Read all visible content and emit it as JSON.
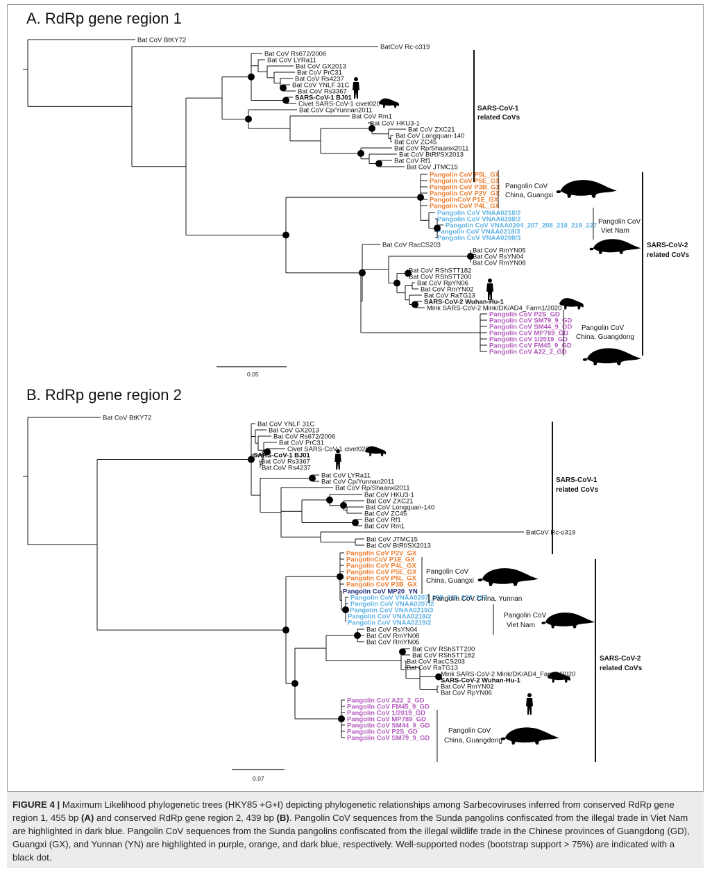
{
  "panel_a": {
    "title": "A. RdRp gene region 1",
    "scale_label": "0.05",
    "colors": {
      "orange": "#ee7d2e",
      "blue": "#5fb3e6",
      "purple": "#b45bbd",
      "navy": "#1f2a7a"
    },
    "leaves": [
      {
        "label": "Bat CoV BtKY72",
        "color": "black",
        "bold": false
      },
      {
        "label": "BatCoV Rc-o319",
        "color": "black",
        "bold": false
      },
      {
        "label": "Bat CoV Rs672/2006",
        "color": "black",
        "bold": false
      },
      {
        "label": "Bat CoV LYRa11",
        "color": "black",
        "bold": false
      },
      {
        "label": "Bat CoV GX2013",
        "color": "black",
        "bold": false
      },
      {
        "label": "Bat CoV PrC31",
        "color": "black",
        "bold": false
      },
      {
        "label": "Bat CoV Rs4237",
        "color": "black",
        "bold": false
      },
      {
        "label": "Bat CoV YNLF 31C",
        "color": "black",
        "bold": false
      },
      {
        "label": "Bat CoV Rs3367",
        "color": "black",
        "bold": false
      },
      {
        "label": "SARS-CoV-1 BJ01",
        "color": "black",
        "bold": true
      },
      {
        "label": "Civet SARS-CoV-1 civet020",
        "color": "black",
        "bold": false
      },
      {
        "label": "Bat CoV Cp/Yunnan2011",
        "color": "black",
        "bold": false
      },
      {
        "label": "Bat CoV Rm1",
        "color": "black",
        "bold": false
      },
      {
        "label": "Bat CoV HKU3-1",
        "color": "black",
        "bold": false
      },
      {
        "label": "Bat CoV ZXC21",
        "color": "black",
        "bold": false
      },
      {
        "label": "Bat CoV Longquan-140",
        "color": "black",
        "bold": false
      },
      {
        "label": "Bat CoV ZC45",
        "color": "black",
        "bold": false
      },
      {
        "label": "Bat CoV Rp/Shaanxi2011",
        "color": "black",
        "bold": false
      },
      {
        "label": "Bat CoV BtRf/SX2013",
        "color": "black",
        "bold": false
      },
      {
        "label": "Bat CoV Rf1",
        "color": "black",
        "bold": false
      },
      {
        "label": "Bat CoV JTMC15",
        "color": "black",
        "bold": false
      },
      {
        "label": "Pangolin CoV P5L_GX",
        "color": "orange",
        "bold": true
      },
      {
        "label": "Pangolin CoV P5E_GX",
        "color": "orange",
        "bold": true
      },
      {
        "label": "Pangolin CoV P3B_GX",
        "color": "orange",
        "bold": true
      },
      {
        "label": "Pangolin CoV P2V_GX",
        "color": "orange",
        "bold": true
      },
      {
        "label": "PangolinCoV P1E_GX",
        "color": "orange",
        "bold": true
      },
      {
        "label": "Pangolin CoV P4L_GX",
        "color": "orange",
        "bold": true
      },
      {
        "label": "Pangolin CoV VNAA0218/2",
        "color": "blue",
        "bold": true
      },
      {
        "label": "Pangolin CoV VNAA0208/2",
        "color": "blue",
        "bold": true
      },
      {
        "label": "Pangolin CoV VNAA0204_207_208_218_219_227",
        "color": "blue",
        "bold": true
      },
      {
        "label": "Pangolin CoV VNAA0218/3",
        "color": "blue",
        "bold": true
      },
      {
        "label": "Pangolin CoV VNAA0208/3",
        "color": "blue",
        "bold": true
      },
      {
        "label": "Bat CoV RacCS203",
        "color": "black",
        "bold": false
      },
      {
        "label": "Bat CoV RmYN05",
        "color": "black",
        "bold": false
      },
      {
        "label": "Bat CoV RsYN04",
        "color": "black",
        "bold": false
      },
      {
        "label": "Bat CoV RmYN08",
        "color": "black",
        "bold": false
      },
      {
        "label": "Bat CoV RShSTT182",
        "color": "black",
        "bold": false
      },
      {
        "label": "Bat CoV RShSTT200",
        "color": "black",
        "bold": false
      },
      {
        "label": "Bat CoV RpYN06",
        "color": "black",
        "bold": false
      },
      {
        "label": "Bat CoV RmYN02",
        "color": "black",
        "bold": false
      },
      {
        "label": "Bat CoV RaTG13",
        "color": "black",
        "bold": false
      },
      {
        "label": "SARS-CoV-2 Wuhan-Hu-1",
        "color": "black",
        "bold": true
      },
      {
        "label": "Mink SARS-CoV-2 Mink/DK/AD4_Farm1/2020",
        "color": "black",
        "bold": false
      },
      {
        "label": "Pangolin CoV P2S_GD",
        "color": "purple",
        "bold": true
      },
      {
        "label": "Pangolin CoV SM79_9_GD",
        "color": "purple",
        "bold": true
      },
      {
        "label": "Pangolin CoV SM44_9_GD",
        "color": "purple",
        "bold": true
      },
      {
        "label": "Pangolin CoV MP789_GD",
        "color": "purple",
        "bold": true
      },
      {
        "label": "Pangolin CoV 1/2019_GD",
        "color": "purple",
        "bold": true
      },
      {
        "label": "Pangolin CoV FM45_9_GD",
        "color": "purple",
        "bold": true
      },
      {
        "label": "Pangolin CoV A22_2_GD",
        "color": "purple",
        "bold": true
      }
    ],
    "group_labels": [
      {
        "label": "SARS-CoV-1",
        "bold": true
      },
      {
        "label": "related CoVs",
        "bold": true
      },
      {
        "label": "Pangolin CoV",
        "bold": false
      },
      {
        "label": "China, Guangxi",
        "bold": false
      },
      {
        "label": "Pangolin CoV",
        "bold": false
      },
      {
        "label": "Viet Nam",
        "bold": false
      },
      {
        "label": "SARS-CoV-2",
        "bold": true
      },
      {
        "label": "related CoVs",
        "bold": true
      },
      {
        "label": "Pangolin CoV",
        "bold": false
      },
      {
        "label": "China, Guangdong",
        "bold": false
      }
    ]
  },
  "panel_b": {
    "title": "B. RdRp gene region 2",
    "scale_label": "0.07",
    "leaves": [
      {
        "label": "Bat CoV BtKY72",
        "color": "black",
        "bold": false
      },
      {
        "label": "Bat CoV YNLF 31C",
        "color": "black",
        "bold": false
      },
      {
        "label": "Bat CoV GX2013",
        "color": "black",
        "bold": false
      },
      {
        "label": "Bat CoV Rs672/2006",
        "color": "black",
        "bold": false
      },
      {
        "label": "Bat CoV PrC31",
        "color": "black",
        "bold": false
      },
      {
        "label": "Civet SARS-CoV-1 civet020",
        "color": "black",
        "bold": false
      },
      {
        "label": "SARS-CoV-1 BJ01",
        "color": "black",
        "bold": true
      },
      {
        "label": "Bat CoV Rs3367",
        "color": "black",
        "bold": false
      },
      {
        "label": "Bat CoV Rs4237",
        "color": "black",
        "bold": false
      },
      {
        "label": "Bat CoV LYRa11",
        "color": "black",
        "bold": false
      },
      {
        "label": "Bat CoV Cp/Yunnan2011",
        "color": "black",
        "bold": false
      },
      {
        "label": "Bat CoV Rp/Shaanxi2011",
        "color": "black",
        "bold": false
      },
      {
        "label": "Bat CoV HKU3-1",
        "color": "black",
        "bold": false
      },
      {
        "label": "Bat CoV ZXC21",
        "color": "black",
        "bold": false
      },
      {
        "label": "Bat CoV Longquan-140",
        "color": "black",
        "bold": false
      },
      {
        "label": "Bat CoV ZC45",
        "color": "black",
        "bold": false
      },
      {
        "label": "Bat CoV Rf1",
        "color": "black",
        "bold": false
      },
      {
        "label": "Bat CoV Rm1",
        "color": "black",
        "bold": false
      },
      {
        "label": "BatCoV Rc-o319",
        "color": "black",
        "bold": false
      },
      {
        "label": "Bat CoV JTMC15",
        "color": "black",
        "bold": false
      },
      {
        "label": "Bat CoV BtRf/SX2013",
        "color": "black",
        "bold": false
      },
      {
        "label": "Pangolin CoV P2V_GX",
        "color": "orange",
        "bold": true
      },
      {
        "label": "PangolinCoV P1E_GX",
        "color": "orange",
        "bold": true
      },
      {
        "label": "Pangolin CoV P4L_GX",
        "color": "orange",
        "bold": true
      },
      {
        "label": "Pangolin CoV P5E_GX",
        "color": "orange",
        "bold": true
      },
      {
        "label": "Pangolin CoV P5L_GX",
        "color": "orange",
        "bold": true
      },
      {
        "label": "Pangolin CoV P3B_GX",
        "color": "orange",
        "bold": true
      },
      {
        "label": "Pangolin CoV MP20_YN",
        "color": "navy",
        "bold": true
      },
      {
        "label": "Pangolin CoV VNAA0207_208_218_226_227",
        "color": "blue",
        "bold": true
      },
      {
        "label": "Pangolin CoV VNAA0207/2",
        "color": "blue",
        "bold": true
      },
      {
        "label": "Pangolin CoV VNAA0219/3",
        "color": "blue",
        "bold": true
      },
      {
        "label": "Pangolin CoV VNAA0218/2",
        "color": "blue",
        "bold": true
      },
      {
        "label": "Pangolin CoV VNAA0219/2",
        "color": "blue",
        "bold": true
      },
      {
        "label": "Bat CoV RsYN04",
        "color": "black",
        "bold": false
      },
      {
        "label": "Bat CoV RmYN08",
        "color": "black",
        "bold": false
      },
      {
        "label": "Bat CoV RmYN05",
        "color": "black",
        "bold": false
      },
      {
        "label": "Bat CoV RShSTT200",
        "color": "black",
        "bold": false
      },
      {
        "label": "Bat CoV RShSTT182",
        "color": "black",
        "bold": false
      },
      {
        "label": "Bat CoV RacCS203",
        "color": "black",
        "bold": false
      },
      {
        "label": "Bat CoV RaTG13",
        "color": "black",
        "bold": false
      },
      {
        "label": "Mink SARS-CoV-2 Mink/DK/AD4_Farm1/2020",
        "color": "black",
        "bold": false
      },
      {
        "label": "SARS-CoV-2 Wuhan-Hu-1",
        "color": "black",
        "bold": true
      },
      {
        "label": "Bat CoV RmYN02",
        "color": "black",
        "bold": false
      },
      {
        "label": "Bat CoV RpYN06",
        "color": "black",
        "bold": false
      },
      {
        "label": "Pangolin CoV A22_2_GD",
        "color": "purple",
        "bold": true
      },
      {
        "label": "Pangolin CoV FM45_9_GD",
        "color": "purple",
        "bold": true
      },
      {
        "label": "Pangolin CoV 1/2019_GD",
        "color": "purple",
        "bold": true
      },
      {
        "label": "Pangolin CoV MP789_GD",
        "color": "purple",
        "bold": true
      },
      {
        "label": "Pangolin CoV SM44_9_GD",
        "color": "purple",
        "bold": true
      },
      {
        "label": "Pangolin CoV P2S_GD",
        "color": "purple",
        "bold": true
      },
      {
        "label": "Pangolin CoV SM79_9_GD",
        "color": "purple",
        "bold": true
      }
    ],
    "group_labels": [
      {
        "label": "SARS-CoV-1",
        "bold": true
      },
      {
        "label": "related CoVs",
        "bold": true
      },
      {
        "label": "Pangolin CoV",
        "bold": false
      },
      {
        "label": "China, Guangxi",
        "bold": false
      },
      {
        "label": "Pangolin CoV China, Yunnan",
        "bold": false
      },
      {
        "label": "Pangolin CoV",
        "bold": false
      },
      {
        "label": "Viet Nam",
        "bold": false
      },
      {
        "label": "SARS-CoV-2",
        "bold": true
      },
      {
        "label": "related CoVs",
        "bold": true
      },
      {
        "label": "Pangolin CoV",
        "bold": false
      },
      {
        "label": "China, Guangdong",
        "bold": false
      }
    ]
  },
  "caption": {
    "figure_label": "FIGURE 4 |",
    "part1": " Maximum Likelihood phylogenetic trees (HKY85 +G+I) depicting phylogenetic relationships among Sarbecoviruses inferred from conserved RdRp gene region 1, 455 bp ",
    "ref_a": "(A)",
    "part2": " and conserved RdRp gene region 2, 439 bp ",
    "ref_b": "(B)",
    "part3": ". Pangolin CoV sequences from the Sunda pangolins confiscated from the illegal trade in Viet Nam are highlighted in dark blue. Pangolin CoV sequences from the Sunda pangolins confiscated from the illegal wildlife trade in the Chinese provinces of Guangdong (GD), Guangxi (GX), and Yunnan (YN) are highlighted in purple, orange, and dark blue, respectively. Well-supported nodes (bootstrap support > 75%) are indicated with a black dot."
  }
}
